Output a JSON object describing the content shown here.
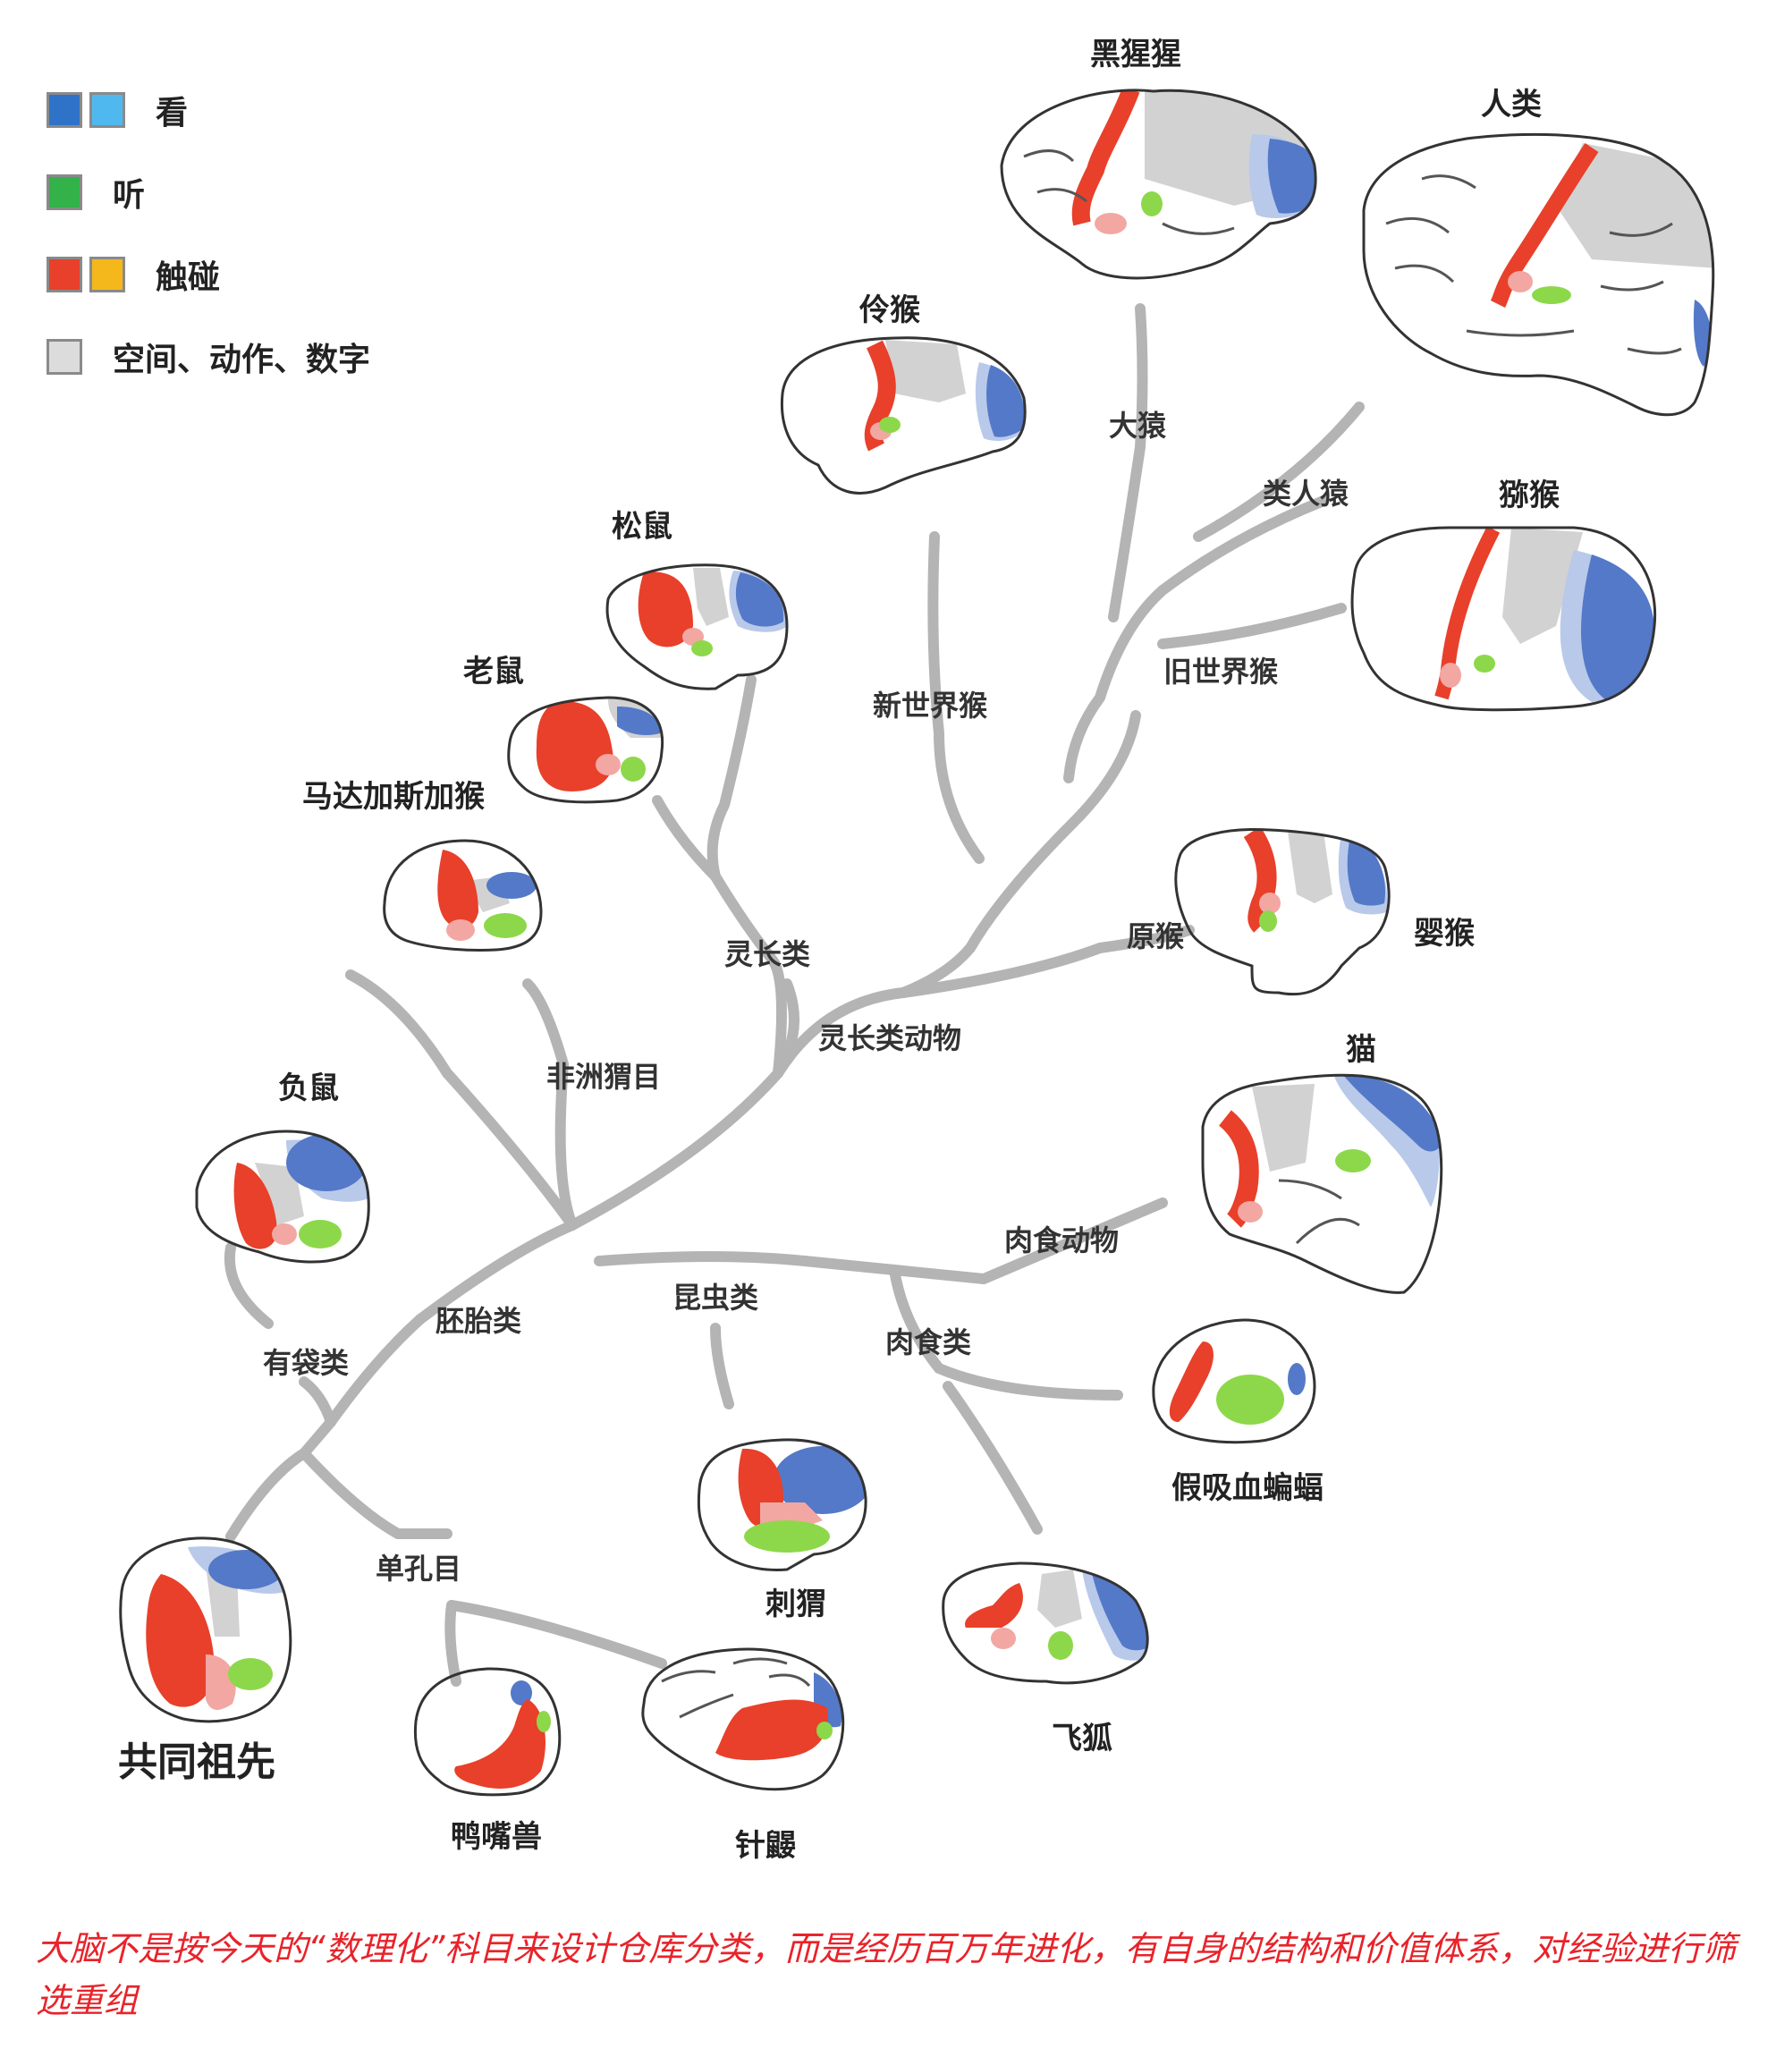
{
  "legend": [
    {
      "label": "看",
      "colors": [
        "#2f73c9",
        "#4fb9ef"
      ]
    },
    {
      "label": "听",
      "colors": [
        "#33b24a"
      ]
    },
    {
      "label": "触碰",
      "colors": [
        "#e8402a",
        "#f4b81c"
      ]
    },
    {
      "label": "空间、动作、数字",
      "colors": [
        "#dcdcdc"
      ]
    }
  ],
  "species": {
    "chimp": "黑猩猩",
    "human": "人类",
    "tarsier": "伶猴",
    "macaque": "猕猴",
    "squirrel": "松鼠",
    "rat": "老鼠",
    "madagascar": "马达加斯加猴",
    "galago": "婴猴",
    "cat": "猫",
    "opossum": "负鼠",
    "vampire_bat": "假吸血蝙蝠",
    "hedgehog": "刺猬",
    "flying_fox": "飞狐",
    "ancestor": "共同祖先",
    "platypus": "鸭嘴兽",
    "echidna": "针鼹"
  },
  "clades": {
    "great_apes": "大猿",
    "hominoids": "类人猿",
    "old_world": "旧世界猴",
    "new_world": "新世界猴",
    "primates_order": "灵长类",
    "primates": "灵长类动物",
    "prosimians": "原猴",
    "afrotheria": "非洲猬目",
    "carnivores": "肉食动物",
    "insectivores": "昆虫类",
    "carnivora": "肉食类",
    "placentals": "胚胎类",
    "marsupials": "有袋类",
    "monotremes": "单孔目"
  },
  "caption": "大脑不是按今天的“数理化”科目来设计仓库分类，而是经历百万年进化，有自身的结构和价值体系，对经验进行筛选重组",
  "colors": {
    "vision_dark": "#5479c8",
    "vision_light": "#b9c9ea",
    "hearing": "#8dd84a",
    "touch": "#e8402a",
    "touch_light": "#f2a7a3",
    "spatial": "#d2d2d2",
    "branch": "#b4b4b4",
    "caption": "#e8232a"
  }
}
